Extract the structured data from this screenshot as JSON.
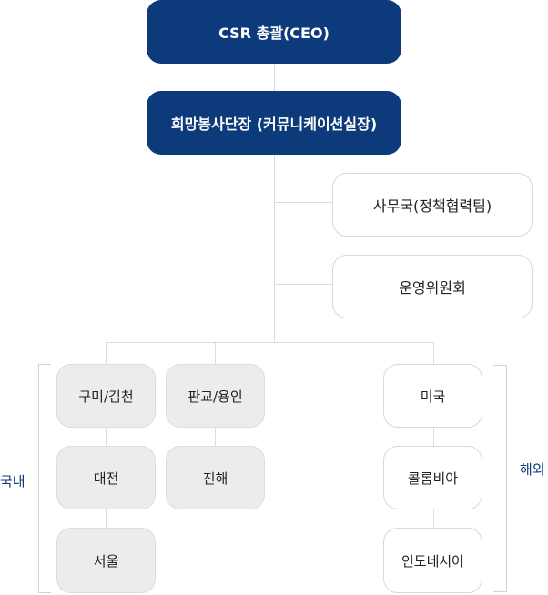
{
  "chart": {
    "ceo": "CSR 총괄(CEO)",
    "head": "희망봉사단장 (커뮤니케이션실장)",
    "staff": [
      "사무국(정책협력팀)",
      "운영위원회"
    ],
    "domestic": {
      "label": "국내",
      "columns": [
        [
          "구미/김천",
          "대전",
          "서울"
        ],
        [
          "판교/용인",
          "진해"
        ]
      ]
    },
    "overseas": {
      "label": "해외",
      "items": [
        "미국",
        "콜롬비아",
        "인도네시아"
      ]
    }
  },
  "colors": {
    "navy": "#0d3a7a",
    "grey_box": "#ececec",
    "line": "#dcdcdc"
  }
}
